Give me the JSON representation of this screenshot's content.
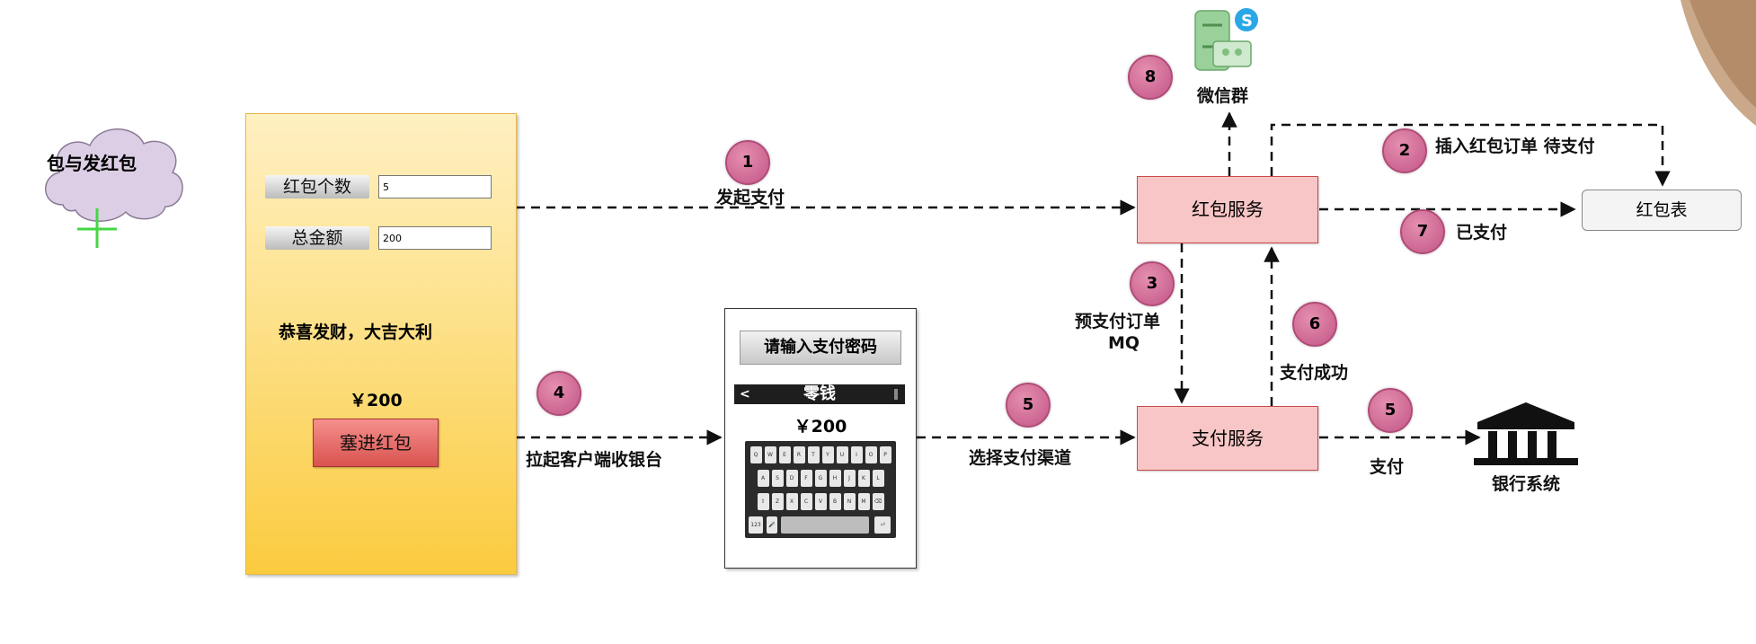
{
  "cloud": {
    "text": "包与发红包"
  },
  "redpacket_form": {
    "count_label": "红包个数",
    "count_value": "5",
    "amount_label": "总金额",
    "amount_value": "200",
    "greeting": "恭喜发财，大吉大利",
    "price": "￥200",
    "send_button": "塞进红包"
  },
  "cashier": {
    "password_button": "请输入支付密码",
    "wallet_title": "零钱",
    "wallet_back": "<",
    "price": "￥200",
    "keyboard_rows": [
      [
        "Q",
        "W",
        "E",
        "R",
        "T",
        "Y",
        "U",
        "I",
        "O",
        "P"
      ],
      [
        "A",
        "S",
        "D",
        "F",
        "G",
        "H",
        "J",
        "K",
        "L"
      ],
      [
        "⇧",
        "Z",
        "X",
        "C",
        "V",
        "B",
        "N",
        "M",
        "⌫"
      ],
      [
        "123",
        "🎤",
        "",
        "⏎"
      ]
    ]
  },
  "nodes": {
    "redpacket_service": "红包服务",
    "payment_service": "支付服务",
    "redpacket_table": "红包表",
    "wechat_group": "微信群",
    "bank_system": "银行系统"
  },
  "edges": {
    "initiate_payment": "发起支付",
    "insert_order": "插入红包订单 待支付",
    "prepay_order_line1": "预支付订单",
    "prepay_order_line2": "MQ",
    "launch_cashier": "拉起客户端收银台",
    "select_channel": "选择支付渠道",
    "pay_success": "支付成功",
    "paid": "已支付",
    "pay": "支付"
  },
  "steps": [
    "1",
    "2",
    "3",
    "4",
    "5",
    "5",
    "6",
    "7",
    "8"
  ],
  "colors": {
    "service_fill": "#f8c6c6",
    "service_border": "#c94a4a",
    "badge": "#d06a97",
    "panel_top": "#fff0c2",
    "panel_bottom": "#fbcb3f",
    "button_red": "#d9534f",
    "cloud": "#dccfe5"
  },
  "icons": {
    "wechat": "chat-bubbles-icon",
    "skype": "skype-icon",
    "bank": "bank-building-icon",
    "add": "plus-icon"
  }
}
